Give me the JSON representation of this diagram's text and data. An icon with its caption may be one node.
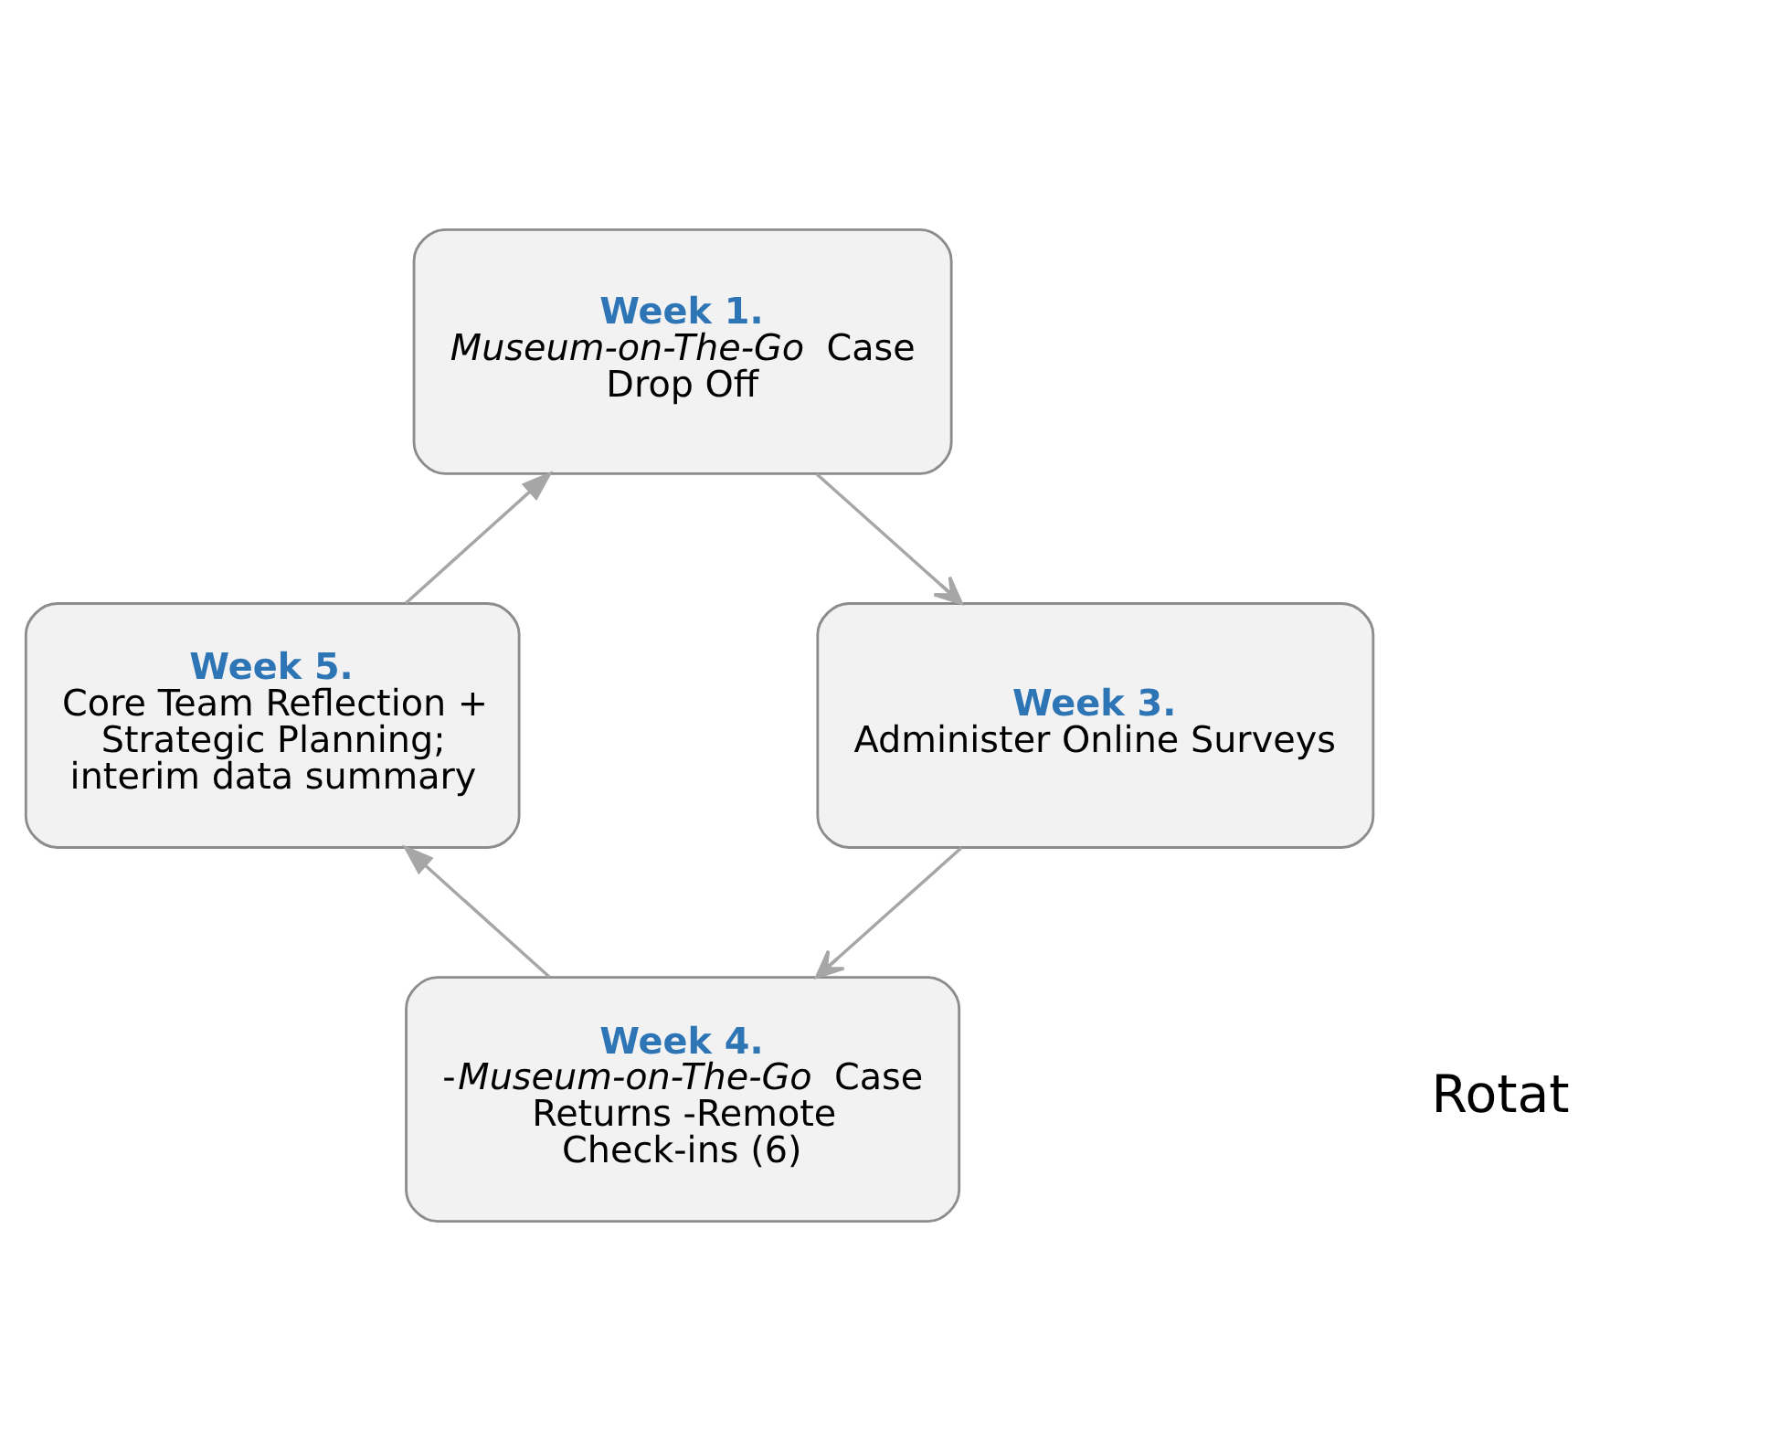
{
  "diagram": {
    "nodes": [
      {
        "text": [
          "Week 1.",
          "*Museum-on-The-Go* Case Drop Off"
        ]
      },
      {
        "text": [
          "Week 5.",
          "Core Team Reflection + Strategic Planning; interim data summary"
        ]
      },
      {
        "text": [
          "Week 3.",
          "Administer Online Surveys"
        ]
      },
      {
        "text": [
          "Week 4.",
          "-*Museum-on-The-Go* Case Returns -Remote Check-ins (6)"
        ]
      }
    ],
    "edges": [
      {
        "from": 0,
        "to": 2,
        "arrow": "to"
      },
      {
        "from": 2,
        "to": 3,
        "arrow": "to"
      },
      {
        "from": 3,
        "to": 1,
        "arrow": "to"
      },
      {
        "from": 1,
        "to": 0,
        "arrow": "to"
      }
    ],
    "labels": [
      "Rotat"
    ]
  }
}
